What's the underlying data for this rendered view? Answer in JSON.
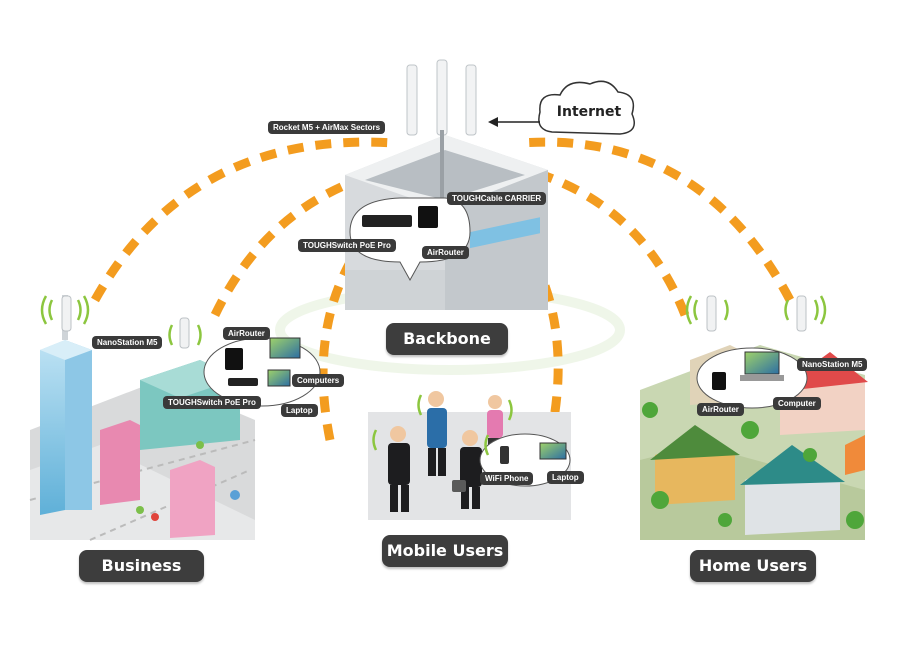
{
  "diagram": {
    "internet": {
      "label": "Internet"
    },
    "backbone": {
      "title": "Backbone",
      "tags": {
        "sectors": "Rocket M5 + AirMax Sectors",
        "carrier": "TOUGHCable CARRIER",
        "switch": "TOUGHSwitch PoE Pro",
        "router": "AirRouter"
      }
    },
    "business": {
      "title": "Business Users",
      "tags": {
        "nanostation": "NanoStation M5",
        "router": "AirRouter",
        "computers": "Computers",
        "switch": "TOUGHSwitch PoE Pro",
        "laptop": "Laptop"
      }
    },
    "mobile": {
      "title": "Mobile Users",
      "tags": {
        "phone": "WiFi Phone",
        "laptop": "Laptop"
      }
    },
    "home": {
      "title": "Home Users",
      "tags": {
        "nanostation": "NanoStation M5",
        "router": "AirRouter",
        "computer": "Computer"
      }
    },
    "colors": {
      "link": "#f39c1f",
      "label_bg": "#3d3d3d",
      "wifi": "#8cc63f"
    }
  }
}
